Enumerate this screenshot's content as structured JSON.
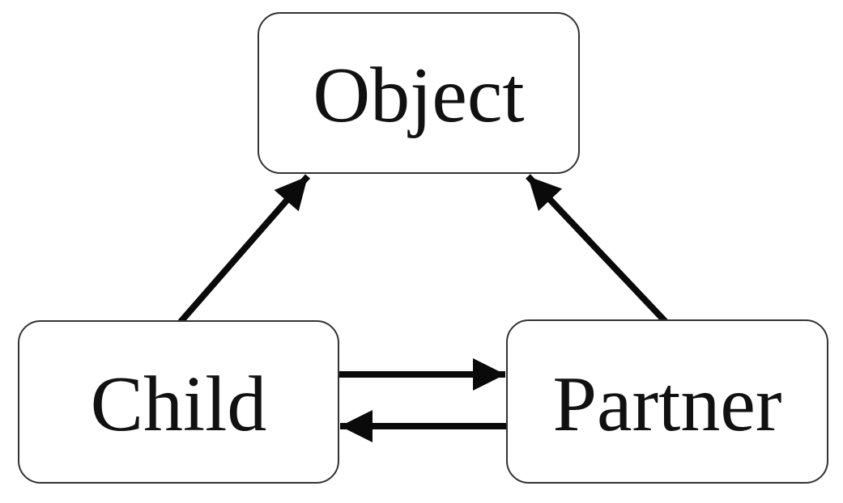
{
  "diagram": {
    "type": "node-edge-diagram",
    "nodes": [
      {
        "id": "object",
        "label": "Object",
        "position": "top-center"
      },
      {
        "id": "child",
        "label": "Child",
        "position": "bottom-left"
      },
      {
        "id": "partner",
        "label": "Partner",
        "position": "bottom-right"
      }
    ],
    "edges": [
      {
        "from": "child",
        "to": "object",
        "direction": "up-right"
      },
      {
        "from": "partner",
        "to": "object",
        "direction": "up-left"
      },
      {
        "from": "child",
        "to": "partner",
        "direction": "right"
      },
      {
        "from": "partner",
        "to": "child",
        "direction": "left"
      }
    ],
    "colors": {
      "background": "#ffffff",
      "node_fill": "#ffffff",
      "node_border": "#333333",
      "text": "#111111",
      "arrow": "#0a0a0a"
    }
  }
}
